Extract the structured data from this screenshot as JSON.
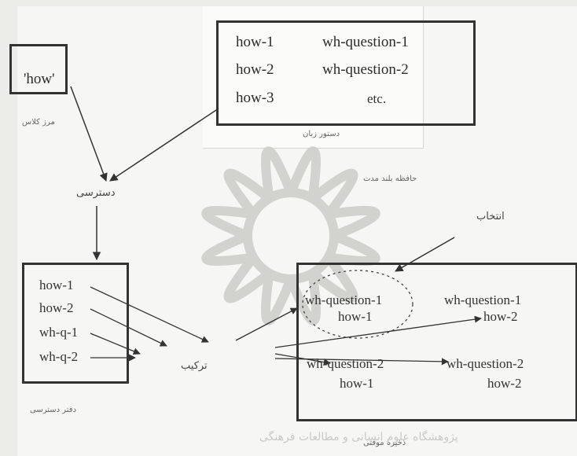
{
  "input_box": {
    "text": "'how'"
  },
  "input_caption": "مرز کلاس",
  "grammar_box": {
    "left": [
      "how-1",
      "how-2",
      "how-3"
    ],
    "right": [
      "wh-question-1",
      "wh-question-2",
      "etc."
    ]
  },
  "grammar_caption": "دستور زبان",
  "access_label": "دسترسی",
  "middle_caption": "حافظه بلند مدت",
  "selection_label": "انتخاب",
  "access_box": {
    "items": [
      "how-1",
      "how-2",
      "wh-q-1",
      "wh-q-2"
    ]
  },
  "access_caption": "دفتر دسترسی",
  "combine_label": "ترکیب",
  "store_box": {
    "cells": [
      {
        "top": "wh-question-1",
        "bottom": "how-1"
      },
      {
        "top": "wh-question-1",
        "bottom": "how-2"
      },
      {
        "top": "wh-question-2",
        "bottom": "how-1"
      },
      {
        "top": "wh-question-2",
        "bottom": "how-2"
      }
    ]
  },
  "store_caption": "ذخیره موقتی",
  "watermark_text": "پژوهشگاه علوم انسانی و مطالعات فرهنگی",
  "colors": {
    "ink": "#333333",
    "watermark": "#c9c9c7",
    "paper": "#f6f6f4"
  }
}
